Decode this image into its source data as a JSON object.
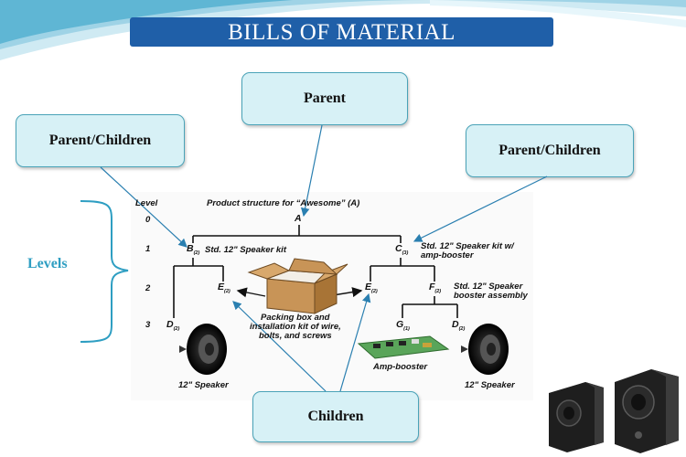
{
  "title": "BILLS OF MATERIAL",
  "callouts": {
    "parent": "Parent",
    "parent_children_left": "Parent/Children",
    "parent_children_right": "Parent/Children",
    "children": "Children"
  },
  "levels_label": "Levels",
  "diagram": {
    "level_header": "Level",
    "product_header": "Product structure for “Awesome” (A)",
    "levels": [
      "0",
      "1",
      "2",
      "3"
    ],
    "nodes": {
      "A": {
        "letter": "A",
        "qty": ""
      },
      "B": {
        "letter": "B",
        "qty": "(2)"
      },
      "C": {
        "letter": "C",
        "qty": "(3)"
      },
      "E_left": {
        "letter": "E",
        "qty": "(2)"
      },
      "E_right": {
        "letter": "E",
        "qty": "(2)"
      },
      "F": {
        "letter": "F",
        "qty": "(2)"
      },
      "D_left": {
        "letter": "D",
        "qty": "(2)"
      },
      "G": {
        "letter": "G",
        "qty": "(1)"
      },
      "D_right": {
        "letter": "D",
        "qty": "(2)"
      }
    },
    "descriptions": {
      "B": "Std. 12\" Speaker kit",
      "C_line1": "Std. 12\" Speaker kit w/",
      "C_line2": "amp-booster",
      "F_line1": "Std. 12\" Speaker",
      "F_line2": "booster assembly",
      "box_line1": "Packing box and",
      "box_line2": "installation kit of wire,",
      "box_line3": "bolts, and screws",
      "speaker_left": "12\" Speaker",
      "amp": "Amp-booster",
      "speaker_right": "12\" Speaker"
    }
  },
  "colors": {
    "title_bar": "#1f5fa8",
    "callout_fill": "#d7f1f6",
    "callout_border": "#4aa3b8",
    "levels_accent": "#2e9ec2",
    "arrow": "#2a7fb0"
  },
  "icons": [
    "speaker-icon",
    "packing-box-icon",
    "amp-booster-icon",
    "desktop-speakers-icon",
    "wave-decoration"
  ]
}
